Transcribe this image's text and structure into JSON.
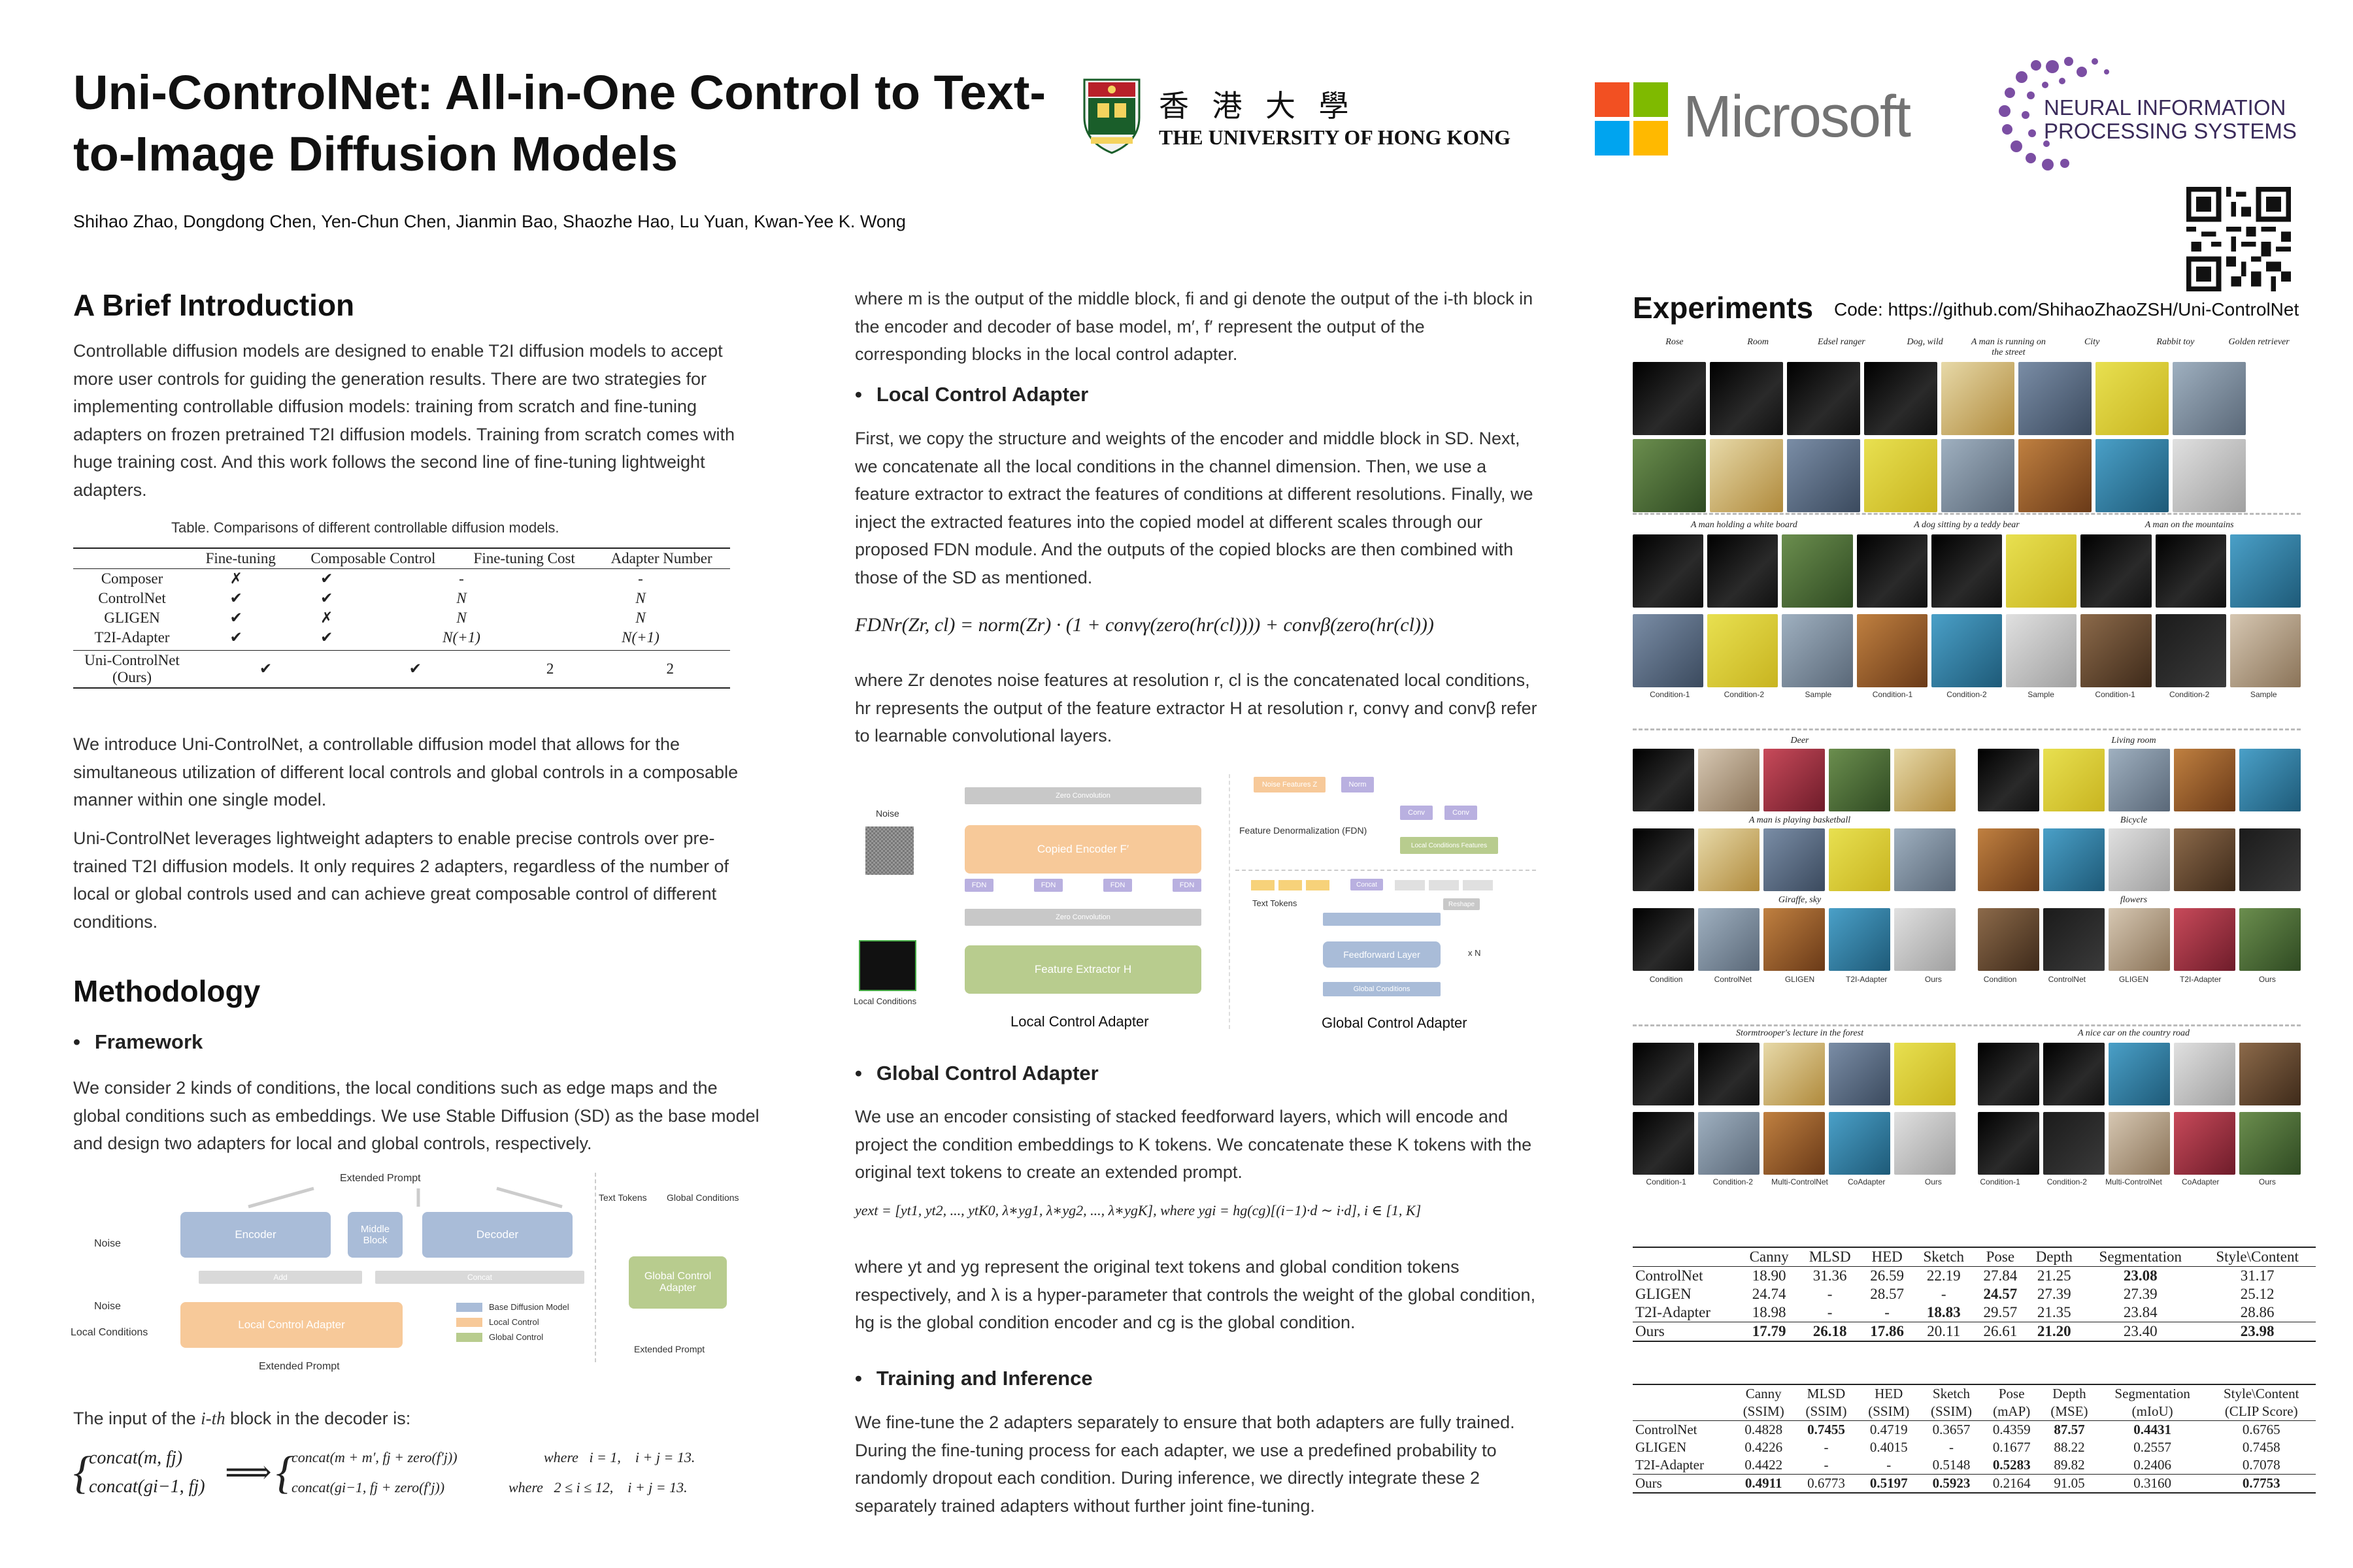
{
  "header": {
    "title": "Uni-ControlNet: All-in-One Control to Text-to-Image Diffusion Models",
    "authors": "Shihao Zhao, Dongdong Chen, Yen-Chun Chen, Jianmin Bao, Shaozhe Hao, Lu Yuan, Kwan-Yee K. Wong",
    "hku_chinese": "香 港 大 學",
    "hku_english": "THE UNIVERSITY OF HONG KONG",
    "microsoft": "Microsoft",
    "neurips_line1": "NEURAL INFORMATION",
    "neurips_line2": "PROCESSING SYSTEMS",
    "colors": {
      "ms_red": "#f25022",
      "ms_green": "#7fba00",
      "ms_blue": "#00a4ef",
      "ms_yellow": "#ffb900",
      "neurips_purple": "#7b4ea3"
    }
  },
  "intro": {
    "heading": "A Brief Introduction",
    "p1": "Controllable diffusion models are designed to enable T2I diffusion models to accept more user controls for guiding the generation results. There are two strategies for implementing controllable diffusion models: training from scratch and fine-tuning adapters on frozen pretrained T2I diffusion models. Training from scratch comes with huge training cost. And this work follows the second line of fine-tuning lightweight adapters.",
    "table_caption": "Table. Comparisons of different controllable diffusion models.",
    "table_headers": [
      "",
      "Fine-tuning",
      "Composable Control",
      "Fine-tuning Cost",
      "Adapter Number"
    ],
    "table_rows": [
      [
        "Composer",
        "✗",
        "✔",
        "-",
        "-"
      ],
      [
        "ControlNet",
        "✔",
        "✔",
        "N",
        "N"
      ],
      [
        "GLIGEN",
        "✔",
        "✗",
        "N",
        "N"
      ],
      [
        "T2I-Adapter",
        "✔",
        "✔",
        "N(+1)",
        "N(+1)"
      ]
    ],
    "table_last_row": [
      "Uni-ControlNet (Ours)",
      "✔",
      "✔",
      "2",
      "2"
    ],
    "p2": "We introduce Uni-ControlNet, a controllable diffusion model that allows for the simultaneous utilization of different local controls and global controls in a composable manner within one single model.",
    "p3": "Uni-ControlNet leverages lightweight adapters to enable precise controls over pre-trained T2I diffusion models. It only requires 2 adapters, regardless of the number of local or global controls used and can achieve great composable control of different conditions."
  },
  "method": {
    "heading": "Methodology",
    "framework_heading": "Framework",
    "framework_text": "We consider 2 kinds of conditions, the local conditions such as edge maps and the global conditions such as embeddings. We use Stable Diffusion (SD) as the base model and design two adapters for local and global controls, respectively.",
    "diagram": {
      "extended_prompt_top": "Extended Prompt",
      "noise": "Noise",
      "encoder": "Encoder",
      "middle_block": "Middle Block",
      "decoder": "Decoder",
      "add": "Add",
      "concat": "Concat",
      "local_control_adapter": "Local Control Adapter",
      "noise2": "Noise",
      "local_conditions": "Local Conditions",
      "extended_prompt_bottom": "Extended Prompt",
      "legend": [
        "Base Diffusion Model",
        "Local Control",
        "Global Control"
      ],
      "text_tokens": "Text Tokens",
      "global_conditions": "Global Conditions",
      "global_control_adapter": "Global Control Adapter",
      "extended_prompt_right": "Extended Prompt"
    },
    "input_text_prefix": "The input of the ",
    "input_text_ith": "i-th",
    "input_text_suffix": " block in the decoder is:",
    "eq_left1": "concat(m, fj)",
    "eq_left2": "concat(gi−1, fj)",
    "eq_right1": "concat(m + m′, fj + zero(f′j))",
    "eq_right1_cond": "where   i = 1,    i + j = 13.",
    "eq_right2": "concat(gi−1, fj + zero(f′j))",
    "eq_right2_cond": "where   2 ≤ i ≤ 12,    i + j = 13."
  },
  "middle": {
    "p0": "where m is the output of the middle block, fi and gi denote the output of the i-th block in the encoder and decoder of base model, m′, f′ represent the output of the corresponding blocks in the local control adapter.",
    "local_heading": "Local Control Adapter",
    "local_text": "First, we copy the structure and weights of the encoder and middle block in SD. Next, we concatenate all the local conditions in the channel dimension. Then, we use a feature extractor to extract the features of conditions at different resolutions. Finally, we inject the extracted features into the copied model at different scales through our proposed FDN module. And the outputs of the copied blocks are then combined with those of the SD as mentioned.",
    "fdn_equation": "FDNr(Zr, cl) = norm(Zr) · (1 + convγ(zero(hr(cl)))) + convβ(zero(hr(cl)))",
    "fdn_where": "where Zr denotes noise features at resolution r, cl is the concatenated local conditions, hr represents the output of the feature extractor H at resolution r, convγ and convβ refer to learnable convolutional layers.",
    "diagram": {
      "noise": "Noise",
      "zero_conv_top": "Zero Convolution",
      "copied_encoder": "Copied Encoder F′",
      "fdn": "FDN",
      "zero_conv_mid": "Zero Convolution",
      "feature_extractor": "Feature Extractor H",
      "local_conditions": "Local Conditions",
      "caption_left": "Local Control Adapter",
      "noise_features": "Noise Features Z",
      "norm": "Norm",
      "conv": "Conv",
      "fdn_label": "Feature Denormalization (FDN)",
      "local_cond_features": "Local Conditions Features",
      "text_tokens": "Text Tokens",
      "concat": "Concat",
      "reshape": "Reshape",
      "feedforward": "Feedforward Layer",
      "xn": "x N",
      "global_conditions": "Global Conditions",
      "caption_right": "Global Control Adapter"
    },
    "global_heading": "Global Control Adapter",
    "global_text": "We use an encoder consisting of stacked feedforward layers, which will encode and project the condition embeddings to K tokens. We concatenate these K tokens with the original text tokens to create an extended prompt.",
    "global_equation": "yext = [yt1, yt2, ..., ytK0, λ∗yg1, λ∗yg2, ..., λ∗ygK],  where ygi = hg(cg)[(i−1)·d ∼ i·d], i ∈ [1, K]",
    "global_where": "where yt and yg represent the original text tokens and global condition tokens respectively, and λ is a hyper-parameter that controls the weight of the global condition, hg is the global condition encoder and cg is the global condition.",
    "train_heading": "Training and Inference",
    "train_text": "We fine-tune the 2 adapters separately to ensure that both adapters are fully trained. During the fine-tuning process for each adapter, we use a predefined probability to randomly dropout each condition. During inference, we directly integrate these 2 separately trained adapters without further joint fine-tuning."
  },
  "experiments": {
    "heading": "Experiments",
    "code": "Code: https://github.com/ShihaoZhaoZSH/Uni-ControlNet",
    "row1_labels": [
      "Rose",
      "Room",
      "Edsel ranger",
      "Dog, wild",
      "A man is running on the street",
      "City",
      "Rabbit toy",
      "Golden retriever"
    ],
    "row2_labels": [
      "A man holding a white board",
      "A dog sitting by a teddy bear",
      "A man on the mountains"
    ],
    "row2_caps": [
      "Condition-1",
      "Condition-2",
      "Sample",
      "Condition-1",
      "Condition-2",
      "Sample",
      "Condition-1",
      "Condition-2",
      "Sample"
    ],
    "row3_labels": [
      "Deer",
      "Living room",
      "A man is playing basketball",
      "Bicycle",
      "Giraffe, sky",
      "flowers"
    ],
    "row3_caps": [
      "Condition",
      "ControlNet",
      "GLIGEN",
      "T2I-Adapter",
      "Ours",
      "Condition",
      "ControlNet",
      "GLIGEN",
      "T2I-Adapter",
      "Ours"
    ],
    "row4_labels": [
      "Stormtrooper's lecture in the forest",
      "A nice car on the country road"
    ],
    "row4_caps": [
      "Condition-1",
      "Condition-2",
      "Multi-ControlNet",
      "CoAdapter",
      "Ours",
      "Condition-1",
      "Condition-2",
      "Multi-ControlNet",
      "CoAdapter",
      "Ours"
    ],
    "table1": {
      "headers": [
        "",
        "Canny",
        "MLSD",
        "HED",
        "Sketch",
        "Pose",
        "Depth",
        "Segmentation",
        "Style\\Content"
      ],
      "rows": [
        [
          "ControlNet",
          "18.90",
          "31.36",
          "26.59",
          "22.19",
          "27.84",
          "21.25",
          "23.08",
          "31.17"
        ],
        [
          "GLIGEN",
          "24.74",
          "-",
          "28.57",
          "-",
          "24.57",
          "27.39",
          "27.39",
          "25.12"
        ],
        [
          "T2I-Adapter",
          "18.98",
          "-",
          "-",
          "18.83",
          "29.57",
          "21.35",
          "23.84",
          "28.86"
        ]
      ],
      "ours": [
        "Ours",
        "17.79",
        "26.18",
        "17.86",
        "20.11",
        "26.61",
        "21.20",
        "23.40",
        "23.98"
      ]
    },
    "table2": {
      "headers": [
        "",
        "Canny",
        "MLSD",
        "HED",
        "Sketch",
        "Pose",
        "Depth",
        "Segmentation",
        "Style\\Content"
      ],
      "subheaders": [
        "",
        "(SSIM)",
        "(SSIM)",
        "(SSIM)",
        "(SSIM)",
        "(mAP)",
        "(MSE)",
        "(mIoU)",
        "(CLIP Score)"
      ],
      "rows": [
        [
          "ControlNet",
          "0.4828",
          "0.7455",
          "0.4719",
          "0.3657",
          "0.4359",
          "87.57",
          "0.4431",
          "0.6765"
        ],
        [
          "GLIGEN",
          "0.4226",
          "-",
          "0.4015",
          "-",
          "0.1677",
          "88.22",
          "0.2557",
          "0.7458"
        ],
        [
          "T2I-Adapter",
          "0.4422",
          "-",
          "-",
          "0.5148",
          "0.5283",
          "89.82",
          "0.2406",
          "0.7078"
        ]
      ],
      "ours": [
        "Ours",
        "0.4911",
        "0.6773",
        "0.5197",
        "0.5923",
        "0.2164",
        "91.05",
        "0.3160",
        "0.7753"
      ]
    }
  }
}
